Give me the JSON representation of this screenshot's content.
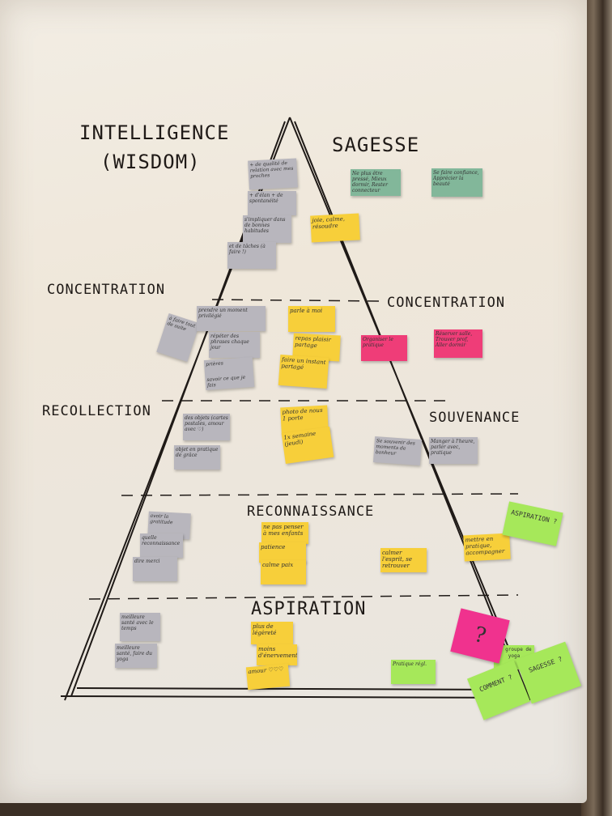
{
  "labels": {
    "intelligence": "INTELLIGENCE",
    "wisdom": "(WISDOM)",
    "sagesse": "SAGESSE",
    "concentration_left": "CONCENTRATION",
    "concentration_right": "CONCENTRATION",
    "recollection": "RECOLLECTION",
    "souvenance": "SOUVENANCE",
    "reconnaissance": "RECONNAISSANCE",
    "aspiration": "ASPIRATION"
  },
  "notes": {
    "wisdom_grey": [
      "+ de qualité de relation avec mes proches",
      "+ d'élan + de spontanéité",
      "s'impliquer dans de bonnes habitudes",
      "et de tâches (à faire !)"
    ],
    "wisdom_yellow": "joie, calme, résoudre",
    "wisdom_green": [
      "Ne plus être pressé, Mieux dormir, Rester connecteur",
      "Se faire confiance, Apprécier la beauté"
    ],
    "conc_grey": [
      "à faire tout de suite",
      "prendre un moment privilégié",
      "répéter des phrases chaque jour",
      "prières",
      "savoir ce que je fais"
    ],
    "conc_yellow": [
      "parle à moi",
      "repas plaisir partage",
      "faire un instant partagé"
    ],
    "conc_pink": [
      "Organiser le pratique",
      "Réserver salle, Trouver prof, Aller dormir"
    ],
    "rec_grey": [
      "des objets (cartes postales, amour avec ♡)",
      "objet en pratique de grâce"
    ],
    "rec_yellow": [
      "photo de nous 1 porte",
      "1x semaine (jeudi)"
    ],
    "souv_grey": [
      "Se souvenir des moments de bonheur",
      "Manger à l'heure, parler avec, pratique"
    ],
    "reco_grey": [
      "avoir la gratitude",
      "quelle reconnaissance",
      "dire merci"
    ],
    "reco_yellow": [
      "ne pas penser à mes enfants",
      "patience",
      "calme paix",
      "calmer l'esprit, se retrouver",
      "mettre en pratique, accompagner"
    ],
    "reco_green": "ASPIRATION ?",
    "asp_grey": [
      "meilleure santé avec le temps",
      "meilleure santé, faire du yoga"
    ],
    "asp_yellow": [
      "plus de légèreté",
      "moins d'énervement",
      "amour ♡♡♡"
    ],
    "asp_green": [
      "Pratique régl.",
      "un groupe de yoga"
    ],
    "asp_pink": "?",
    "comment": "COMMENT ?",
    "sagesse_q": "SAGESSE ?"
  }
}
